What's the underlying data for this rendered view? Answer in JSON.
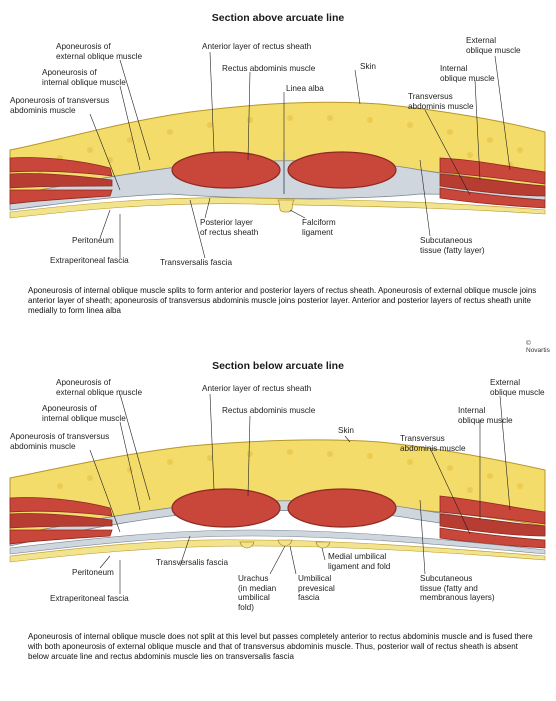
{
  "top": {
    "title": "Section above arcuate line",
    "labels": {
      "ap_ext_obl": "Aponeurosis of\nexternal oblique muscle",
      "ap_int_obl": "Aponeurosis of\ninternal oblique muscle",
      "ap_transv": "Aponeurosis of transversus\nabdominis muscle",
      "ant_layer": "Anterior layer of rectus sheath",
      "rectus": "Rectus abdominis muscle",
      "linea_alba": "Linea alba",
      "skin": "Skin",
      "ext_obl": "External\noblique muscle",
      "int_obl": "Internal\noblique muscle",
      "transv": "Transversus\nabdominis muscle",
      "peritoneum": "Peritoneum",
      "extraperitoneal": "Extraperitoneal fascia",
      "transversalis": "Transversalis fascia",
      "post_layer": "Posterior layer\nof rectus sheath",
      "falciform": "Falciform\nligament",
      "subcut": "Subcutaneous\ntissue (fatty layer)"
    },
    "caption": "Aponeurosis of internal oblique muscle splits to form anterior and posterior layers of rectus sheath. Aponeurosis of external oblique muscle joins anterior layer of sheath; aponeurosis of transversus abdominis muscle joins posterior layer. Anterior and posterior layers of rectus sheath unite medially to form linea alba",
    "copyright": "© Novartis"
  },
  "bottom": {
    "title": "Section below arcuate line",
    "labels": {
      "ap_ext_obl": "Aponeurosis of\nexternal oblique muscle",
      "ap_int_obl": "Aponeurosis of\ninternal oblique muscle",
      "ap_transv": "Aponeurosis of transversus\nabdominis muscle",
      "ant_layer": "Anterior layer of rectus sheath",
      "rectus": "Rectus abdominis muscle",
      "skin": "Skin",
      "ext_obl": "External\noblique muscle",
      "int_obl": "Internal\noblique muscle",
      "transv": "Transversus\nabdominis muscle",
      "peritoneum": "Peritoneum",
      "extraperitoneal": "Extraperitoneal fascia",
      "transversalis": "Transversalis fascia",
      "urachus": "Urachus\n(in median\numbilical\nfold)",
      "umb_prevesical": "Umbilical\nprevesical\nfascia",
      "medial_umb": "Medial umbilical\nligament and fold",
      "subcut": "Subcutaneous\ntissue (fatty and\nmembranous layers)"
    },
    "caption": "Aponeurosis of internal oblique muscle does not split at this level but passes completely anterior to rectus abdominis muscle and is fused there with both aponeurosis of external oblique muscle and that of transversus abdominis muscle. Thus, posterior wall of rectus sheath is absent below arcuate line and rectus abdominis muscle lies on transversalis fascia"
  },
  "colors": {
    "fat": "#f3dc6a",
    "fat_dark": "#e2b93a",
    "muscle": "#c8463a",
    "muscle_dark": "#8e2a22",
    "fascia": "#cfd6dd",
    "fascia_line": "#7b8793",
    "peritoneum": "#f2e48c"
  }
}
